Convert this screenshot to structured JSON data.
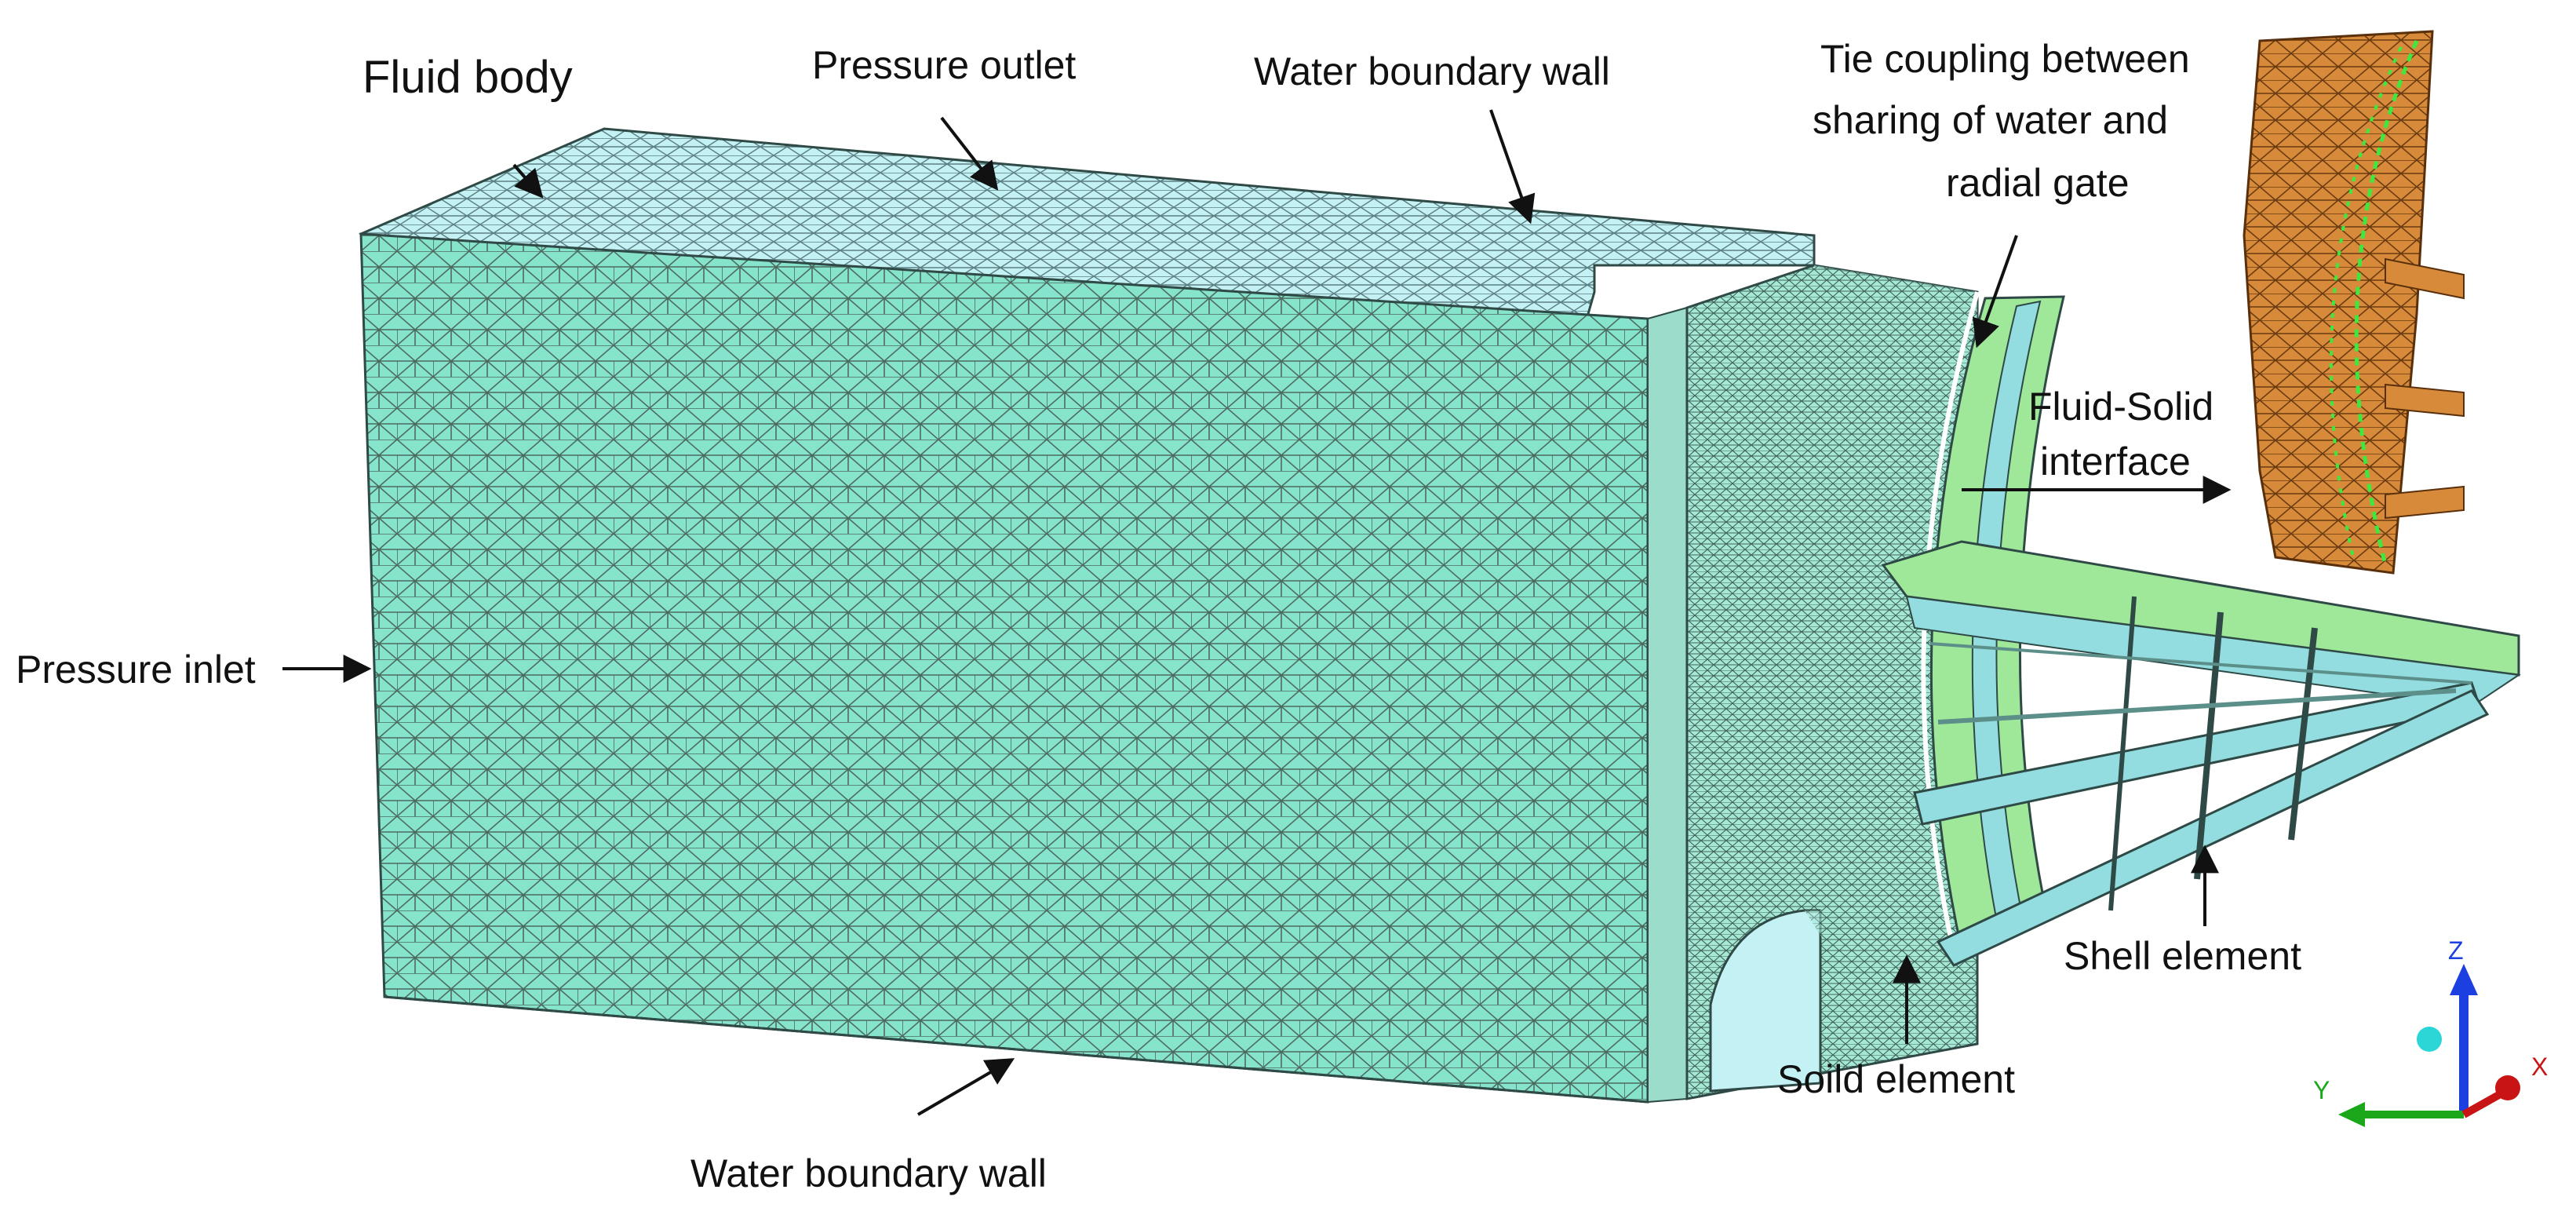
{
  "labels": {
    "fluid_body": "Fluid body",
    "pressure_outlet": "Pressure outlet",
    "water_boundary_wall_top": "Water boundary wall",
    "tie_coupling_line1": "Tie coupling between",
    "tie_coupling_line2": "sharing of water and",
    "tie_coupling_line3": "radial gate",
    "fluid_solid_line1": "Fluid-Solid",
    "fluid_solid_line2": "interface",
    "pressure_inlet": "Pressure inlet",
    "shell_element": "Shell element",
    "soild_element": "Soild element",
    "water_boundary_wall_bottom": "Water boundary wall"
  },
  "axes": {
    "z": "Z",
    "y": "Y",
    "x": "X"
  },
  "colors": {
    "fluid_mesh": "#86e3cc",
    "fluid_top": "#c4f1f3",
    "mesh_line": "#4c6b60",
    "gate_green": "#9fe89a",
    "gate_cyan": "#93dcdf",
    "inset_orange": "#d68a3a",
    "inset_green_nodes": "#3ee83e",
    "axis_z": "#1b3fe0",
    "axis_y": "#1aa81a",
    "axis_x": "#c81414",
    "axis_dot": "#2ad6d6"
  }
}
